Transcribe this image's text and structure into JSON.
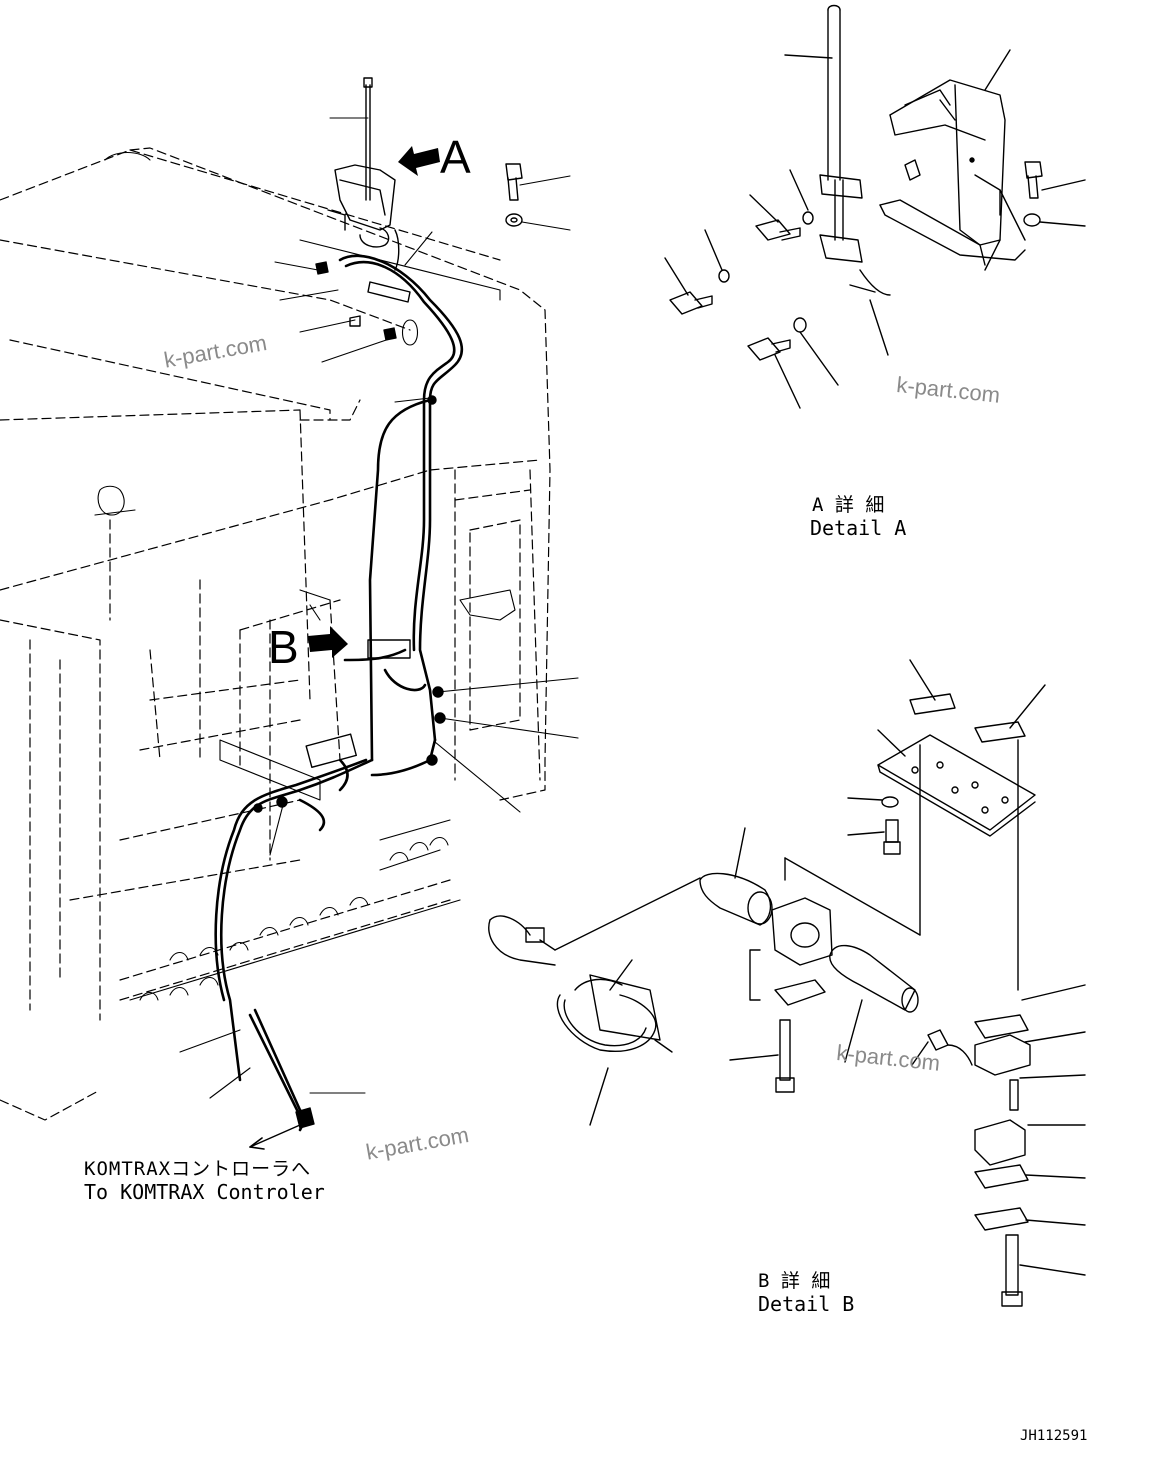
{
  "callouts": {
    "A": "A",
    "B": "B"
  },
  "detail_a": {
    "title_jp": "A 詳 細",
    "title_en": "Detail A"
  },
  "detail_b": {
    "title_jp": "B 詳 細",
    "title_en": "Detail B"
  },
  "komtrax": {
    "label_jp": "KOMTRAXコントローラへ",
    "label_en": "To KOMTRAX Controler"
  },
  "watermark": "k-part.com",
  "drawing_code": "JH112591"
}
